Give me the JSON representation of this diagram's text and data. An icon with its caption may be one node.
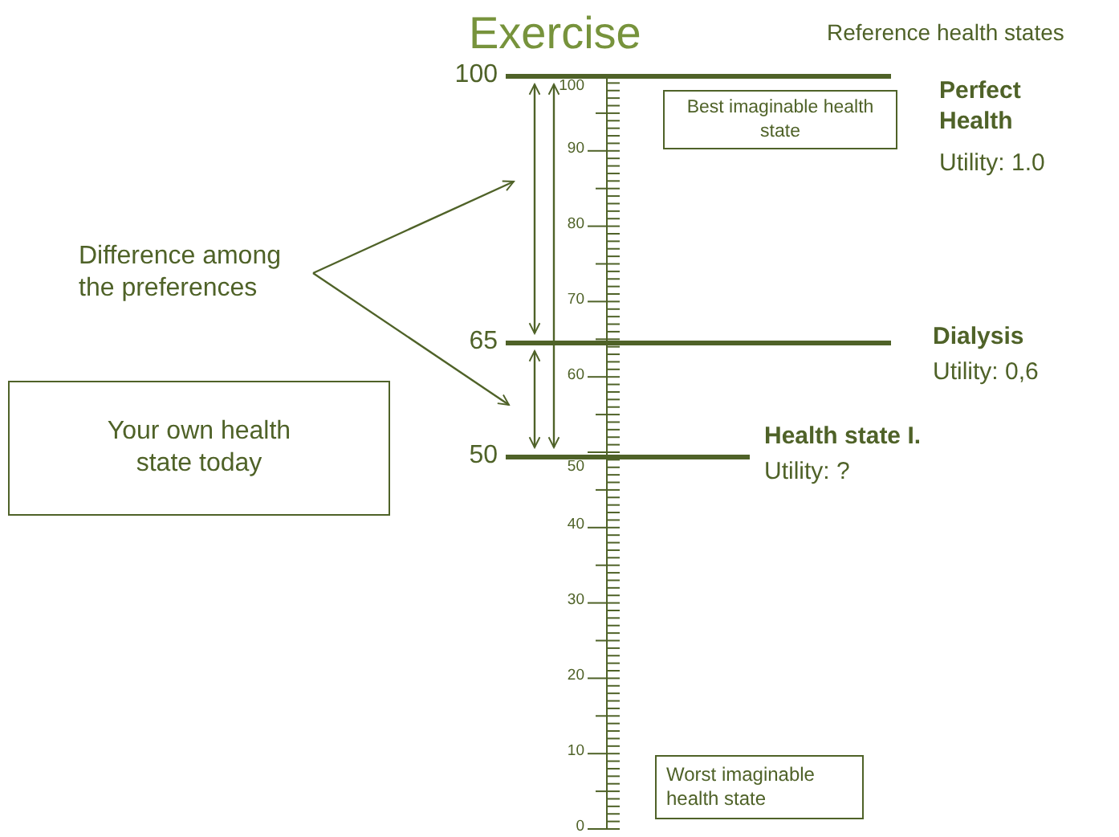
{
  "diagram": {
    "title": "Exercise",
    "nodes": [
      {
        "text": [
          "Difference among the preferences"
        ]
      },
      {
        "text": [
          "Your own health state today"
        ]
      },
      {
        "text": [
          "Best imaginable health state"
        ]
      },
      {
        "text": [
          "Worst imaginable health state"
        ]
      },
      {
        "text": [],
        "shape": "bar",
        "beside": [
          "100"
        ]
      },
      {
        "text": [],
        "shape": "bar",
        "beside": [
          "65"
        ]
      },
      {
        "text": [],
        "shape": "bar",
        "beside": [
          "50"
        ]
      }
    ],
    "edges": [
      {
        "from": 4,
        "to": 5,
        "arrow": "both"
      },
      {
        "from": 5,
        "to": 6,
        "arrow": "both"
      },
      {
        "from": 4,
        "to": 6,
        "arrow": "both"
      },
      {
        "from": 0,
        "to": null,
        "arrow": "to"
      },
      {
        "from": 0,
        "to": null,
        "arrow": "to"
      }
    ],
    "labels": [
      "Reference health states",
      "Perfect Health",
      "Utility: 1.0",
      "Dialysis",
      "Utility: 0,6",
      "Health state I.",
      "Utility: ?",
      "100",
      "90",
      "80",
      "70",
      "60",
      "50",
      "40",
      "30",
      "20",
      "10",
      "0"
    ]
  }
}
